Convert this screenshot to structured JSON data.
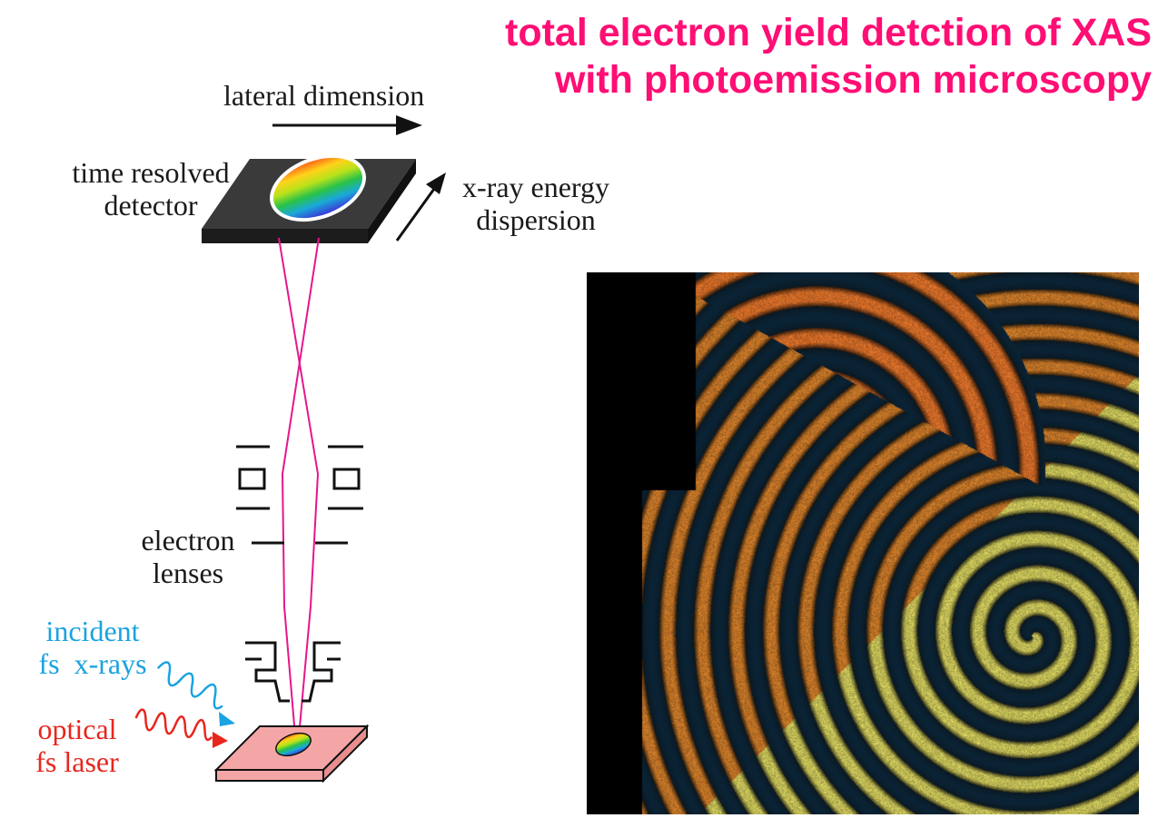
{
  "title": {
    "line1": "total electron yield detction of XAS",
    "line2": "with photoemission microscopy"
  },
  "labels": {
    "lateral_dimension": "lateral dimension",
    "detector_line1": "time resolved",
    "detector_line2": "detector",
    "energy_line1": "x-ray energy",
    "energy_line2": "dispersion",
    "lenses_line1": "electron",
    "lenses_line2": "lenses",
    "xray_line1": "incident",
    "xray_line2": "fs  x-rays",
    "laser_line1": "optical",
    "laser_line2": "fs laser"
  },
  "colors": {
    "title": "#ff0e74",
    "beam": "#e6168c",
    "xray": "#1aa3e0",
    "laser": "#e8261e",
    "sample": "#f4a6a6",
    "detector": "#2e2e2e",
    "label": "#1a1a1a"
  },
  "image": {
    "content": "spiral domain photoemission micrograph"
  }
}
